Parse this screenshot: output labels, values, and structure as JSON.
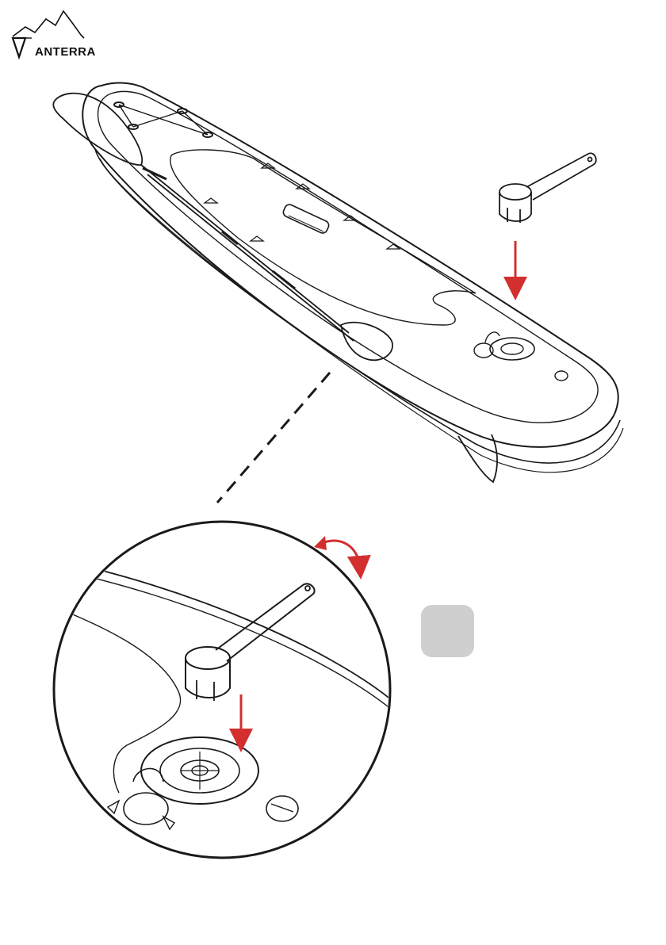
{
  "brand": {
    "name": "ANTERRA",
    "logo_icon": "mountain-v-logo-icon"
  },
  "figure": {
    "board": "inflatable-sup-board-with-paddle",
    "tool": "valve-wrench-icon",
    "detail": "valve-closeup-circle",
    "step_number": ""
  },
  "colors": {
    "line": "#1a1a1a",
    "accent_arrow": "#d32f2f",
    "step_badge": "#cfcfcf",
    "background": "#ffffff"
  }
}
